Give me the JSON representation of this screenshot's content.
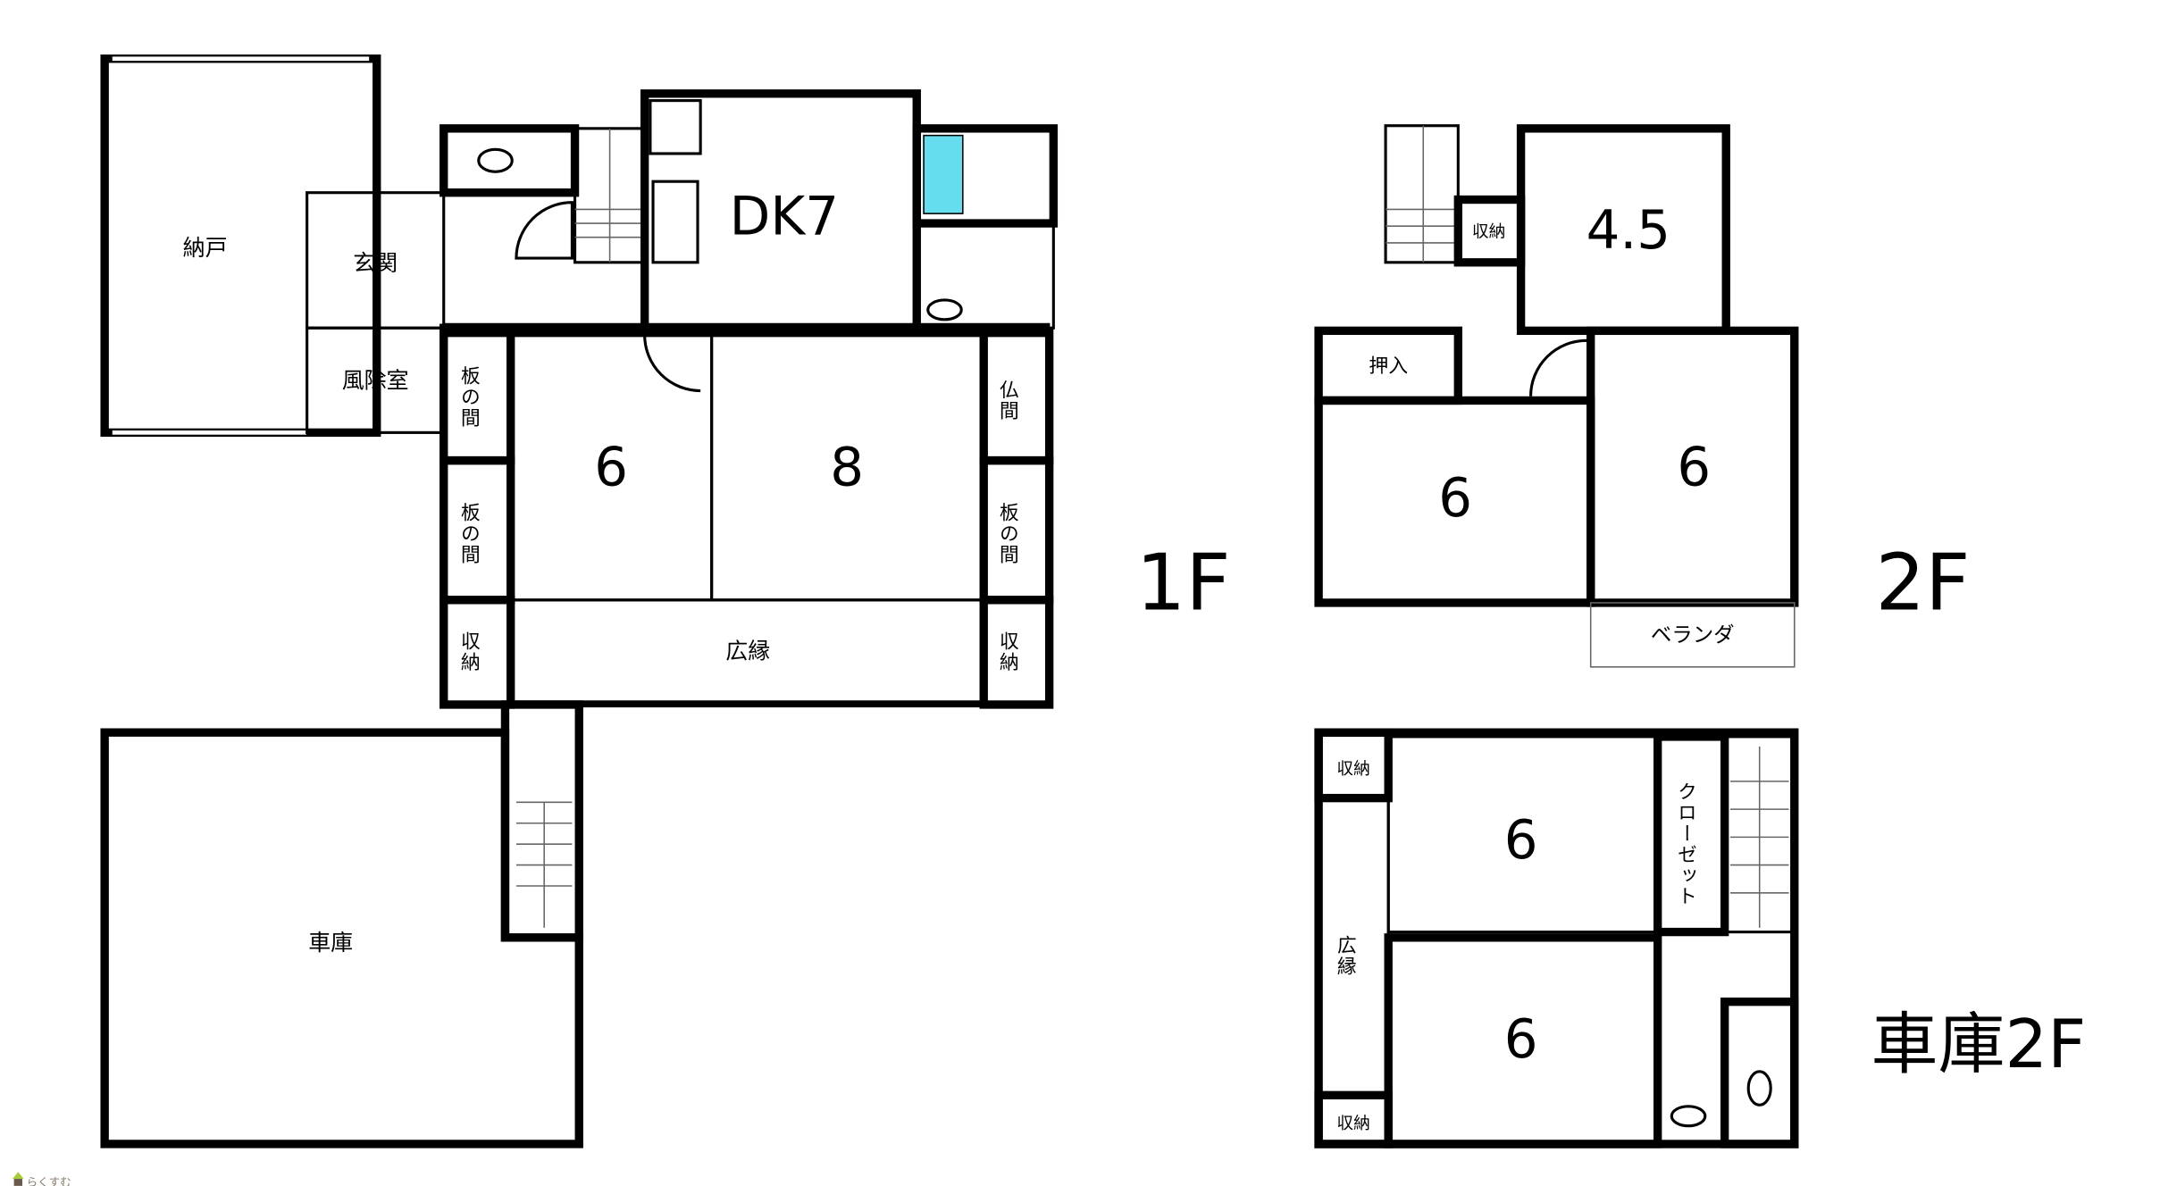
{
  "colors": {
    "tatami_green": "#c0ffc0",
    "flooring_yellow": "#ffffc0",
    "dk_pink": "#ffe6e6",
    "bath_blue": "#66ddee"
  },
  "floor1": {
    "label": "1F",
    "rooms": {
      "nando": "納戸",
      "genkan": "玄関",
      "fujoshitsu": "風除室",
      "dk": "DK7",
      "itanoma1": "板の間",
      "itanoma2": "板の間",
      "itanoma3": "板の間",
      "room6": "6",
      "room8": "8",
      "butsuma": "仏間",
      "shuno_left": "収納",
      "hiroen": "広縁",
      "shuno_right": "収納",
      "garage": "車庫"
    }
  },
  "floor2": {
    "label": "2F",
    "rooms": {
      "shuno": "収納",
      "room45": "4.5",
      "oshiire": "押入",
      "room6a": "6",
      "room6b": "6",
      "veranda": "ベランダ"
    }
  },
  "garage2": {
    "label": "車庫2F",
    "rooms": {
      "shuno_top": "収納",
      "room6a": "6",
      "closet": "クローゼット",
      "hiroen": "広縁",
      "room6b": "6",
      "shuno_bottom": "収納"
    }
  },
  "brand": "らくすむ"
}
